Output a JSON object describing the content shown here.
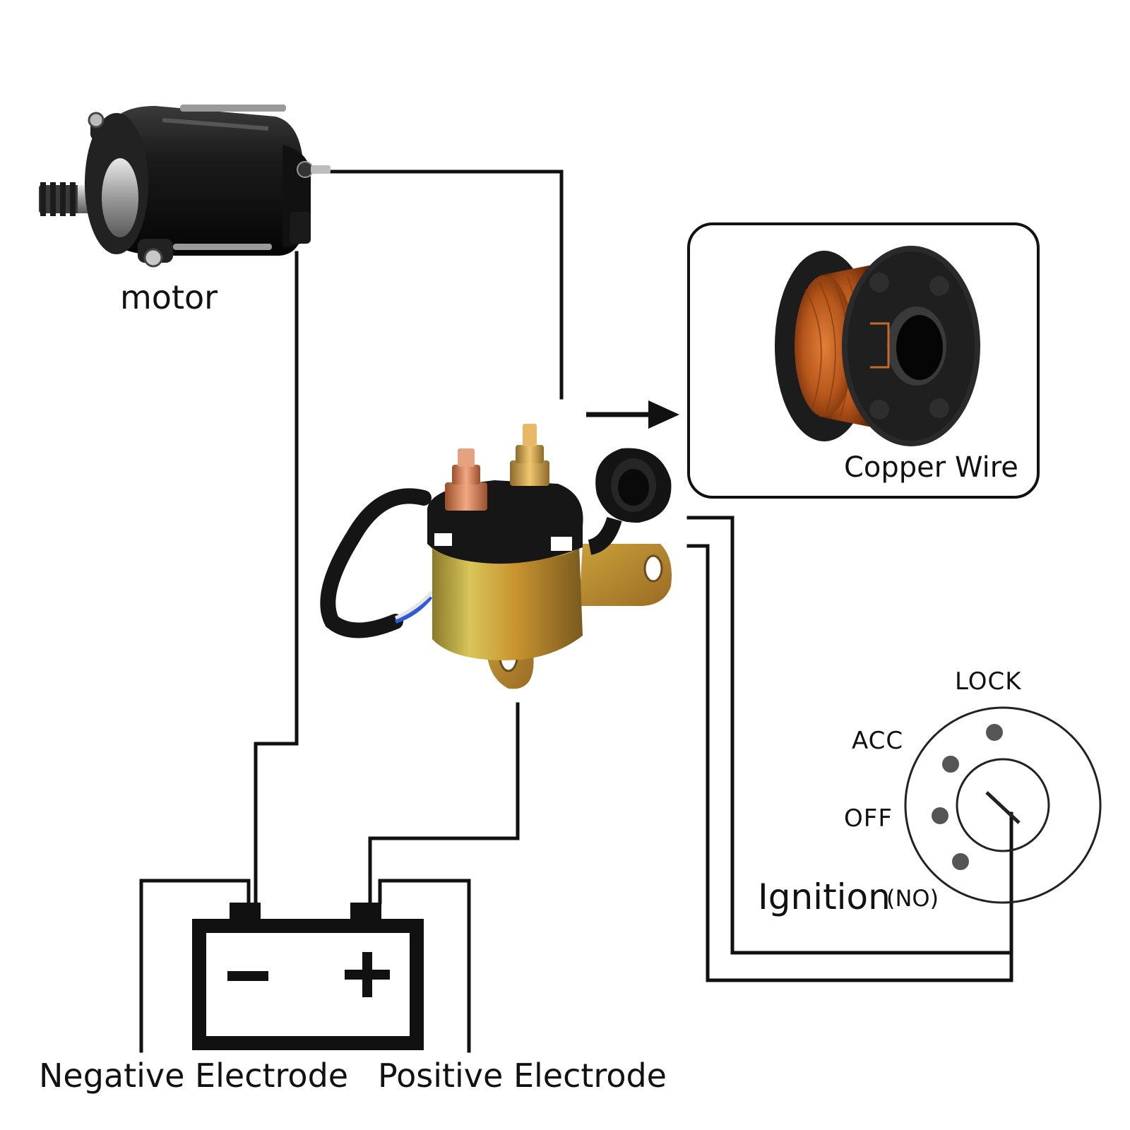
{
  "labels": {
    "motor": "motor",
    "copper_wire": "Copper Wire",
    "lock": "LOCK",
    "acc": "ACC",
    "off": "OFF",
    "ignition": "Ignition",
    "ignition_note": "(NO)",
    "negative_electrode": "Negative Electrode",
    "positive_electrode": "Positive Electrode"
  },
  "battery": {
    "minus_symbol": "−",
    "plus_symbol": "+"
  },
  "icons": {
    "motor": "starter-motor-icon",
    "relay": "starter-relay-solenoid-icon",
    "spool": "copper-wire-spool-icon",
    "ignition": "ignition-switch-icon",
    "battery": "battery-icon",
    "arrow": "right-arrow-icon"
  },
  "colors": {
    "wire": "#111111",
    "motor_body": "#1a1a1a",
    "relay_body": "#c9a63a",
    "relay_cap": "#151515",
    "copper": "#b5561b",
    "terminal_brass": "#d8a24b",
    "terminal_copper": "#d9875a"
  }
}
